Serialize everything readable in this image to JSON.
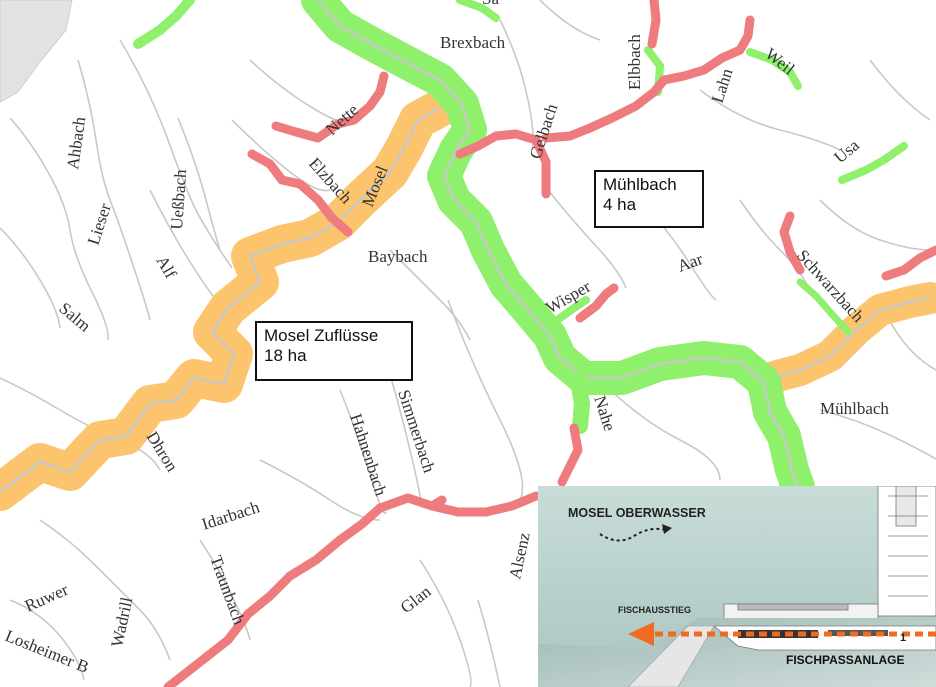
{
  "colors": {
    "green": "#8ef06b",
    "red": "#ee7b7e",
    "orange": "#fcc46d",
    "river": "#c8c8c8",
    "inset_water": "#b8d0cc",
    "arrow": "#f06a20"
  },
  "labels": {
    "brexbach": "Brexbach",
    "elbbach": "Elbbach",
    "weil": "Weil",
    "lahn": "Lahn",
    "nette": "Nette",
    "gelbach": "Gelbach",
    "ahbach": "Ahbach",
    "usa": "Usa",
    "mosel": "Mosel",
    "elzbach": "Elzbach",
    "lieser": "Lieser",
    "uessbach": "Ueßbach",
    "alf": "Alf",
    "baybach": "Baybach",
    "aar": "Aar",
    "schwarzbach": "Schwarzbach",
    "wisper": "Wisper",
    "salm": "Salm",
    "simmerbach": "Simmerbach",
    "hahnenbach": "Hahnenbach",
    "nahe": "Nahe",
    "muehlbach_east": "Mühlbach",
    "dhron": "Dhron",
    "idarbach": "Idarbach",
    "alsenz": "Alsenz",
    "traunbach": "Traunbach",
    "ruwer": "Ruwer",
    "wadrill": "Wadrill",
    "glan": "Glan",
    "losheimer": "Losheimer B",
    "top_cut": "Sa"
  },
  "callouts": {
    "muehlbach": {
      "name": "Mühlbach",
      "area": "4 ha"
    },
    "mosel": {
      "name": "Mosel Zuflüsse",
      "area": "18 ha"
    }
  },
  "inset": {
    "title": "MOSEL OBERWASSER",
    "exit": "FISCHAUSSTIEG",
    "facility": "FISCHPASSANLAGE",
    "marker": "1"
  }
}
